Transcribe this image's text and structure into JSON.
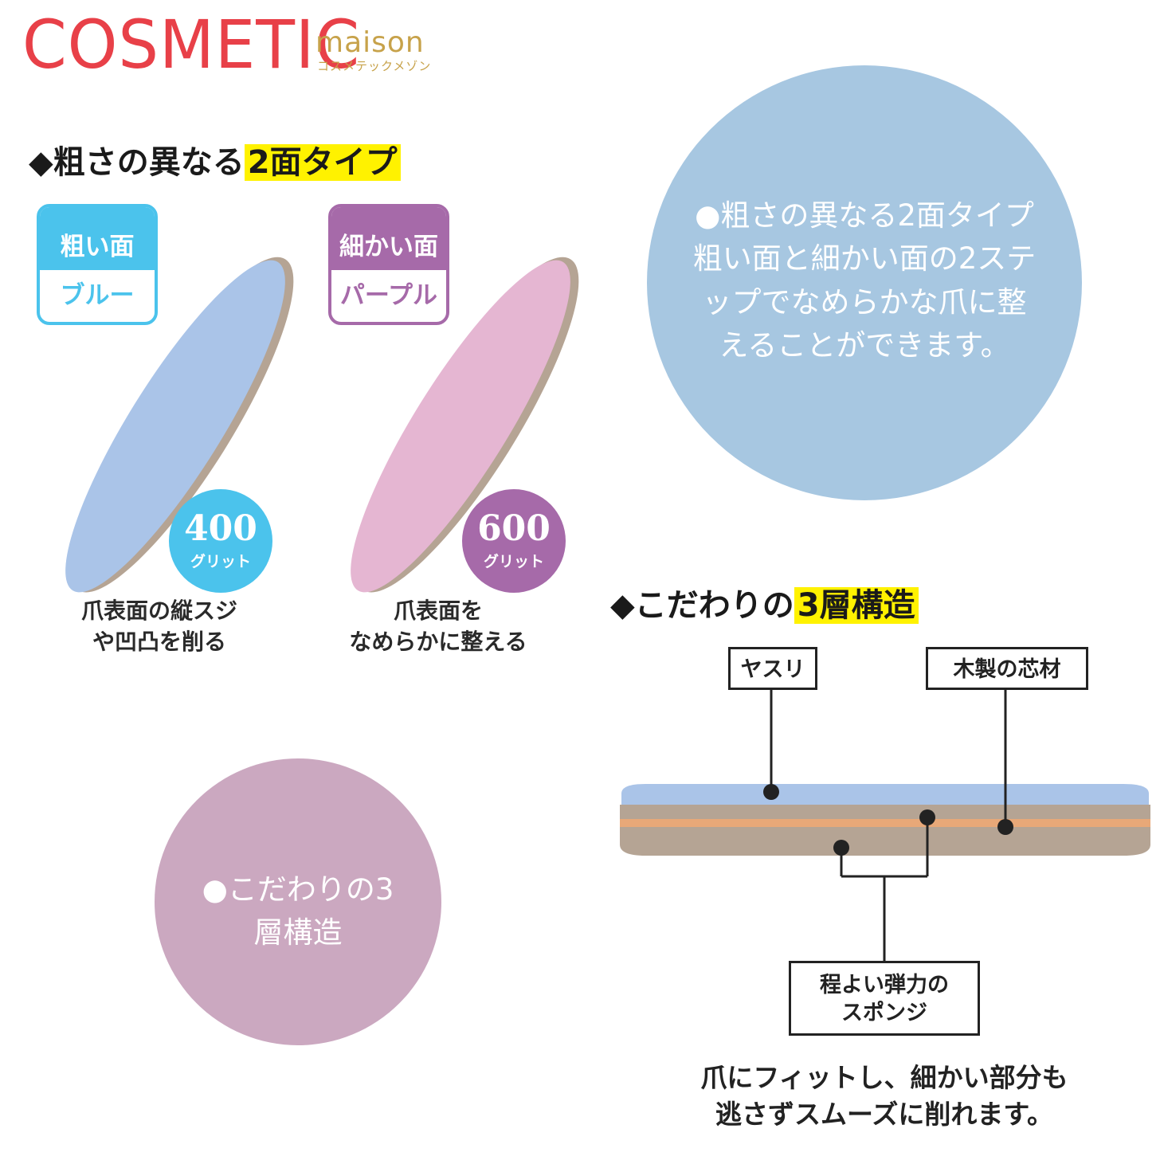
{
  "logo": {
    "main": "COSMETIC",
    "sub": "maison",
    "kana": "コスメテックメゾン"
  },
  "section1": {
    "title_prefix": "◆粗さの異なる",
    "title_highlight": "2面タイプ",
    "blue": {
      "badge_top": "粗い面",
      "badge_bottom": "ブルー",
      "grit_number": "400",
      "grit_label": "グリット",
      "caption_line1": "爪表面の縦スジ",
      "caption_line2": "や凹凸を削る"
    },
    "purple": {
      "badge_top": "細かい面",
      "badge_bottom": "パープル",
      "grit_number": "600",
      "grit_label": "グリット",
      "caption_line1": "爪表面を",
      "caption_line2": "なめらかに整える"
    }
  },
  "info_circle_blue": {
    "line1": "●粗さの異なる2面タイプ",
    "line2": "粗い面と細かい面の2ステ",
    "line3": "ップでなめらかな爪に整",
    "line4": "えることができます。"
  },
  "section2": {
    "title_prefix": "◆こだわりの",
    "title_highlight": "3層構造",
    "label_file": "ヤスリ",
    "label_core": "木製の芯材",
    "label_sponge_line1": "程よい弾力の",
    "label_sponge_line2": "スポンジ",
    "footnote_line1": "爪にフィットし、細かい部分も",
    "footnote_line2": "逃さずスムーズに削れます。"
  },
  "info_circle_purple": {
    "line1": "●こだわりの3",
    "line2": "層構造"
  },
  "colors": {
    "brand_red": "#e84048",
    "brand_gold": "#c7a24a",
    "highlight_yellow": "#fff200",
    "blue_accent": "#4bc3ec",
    "purple_accent": "#a66aa9",
    "info_blue": "#a7c7e1",
    "info_purple": "#cba8c0",
    "file_blue": "#aac4e8",
    "file_pink": "#e5b6d2",
    "sponge_brown": "#b5a494",
    "core_wood": "#e8a878"
  }
}
